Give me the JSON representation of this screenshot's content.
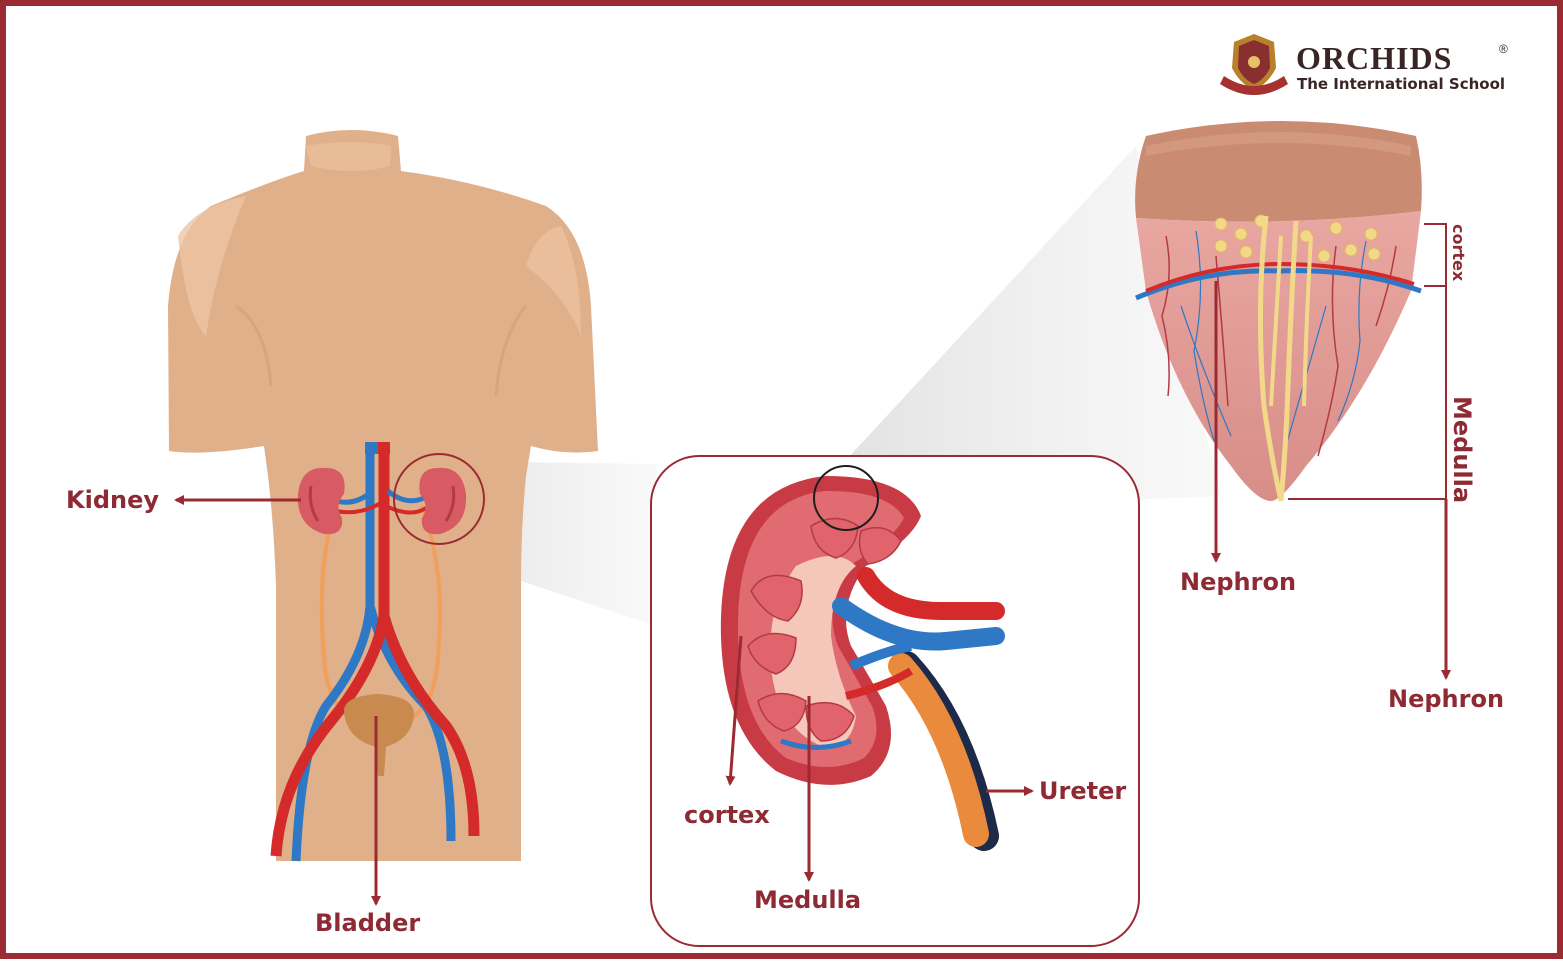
{
  "brand": {
    "name": "ORCHIDS",
    "registered": "®",
    "tagline": "The International School"
  },
  "labels": {
    "kidney": "Kidney",
    "bladder": "Bladder",
    "cortex": "cortex",
    "medulla": "Medulla",
    "ureter": "Ureter",
    "nephron_top": "Nephron",
    "nephron_right": "Nephron",
    "cortex_vertical": "cortex",
    "medulla_vertical": "Medulla"
  },
  "colors": {
    "frame": "#9b2a33",
    "label": "#8e2a33",
    "skin": "#e2b591",
    "artery": "#d52a2a",
    "vein": "#2e78c6",
    "ureter": "#e98a3c",
    "kidney": "#d85a62"
  }
}
